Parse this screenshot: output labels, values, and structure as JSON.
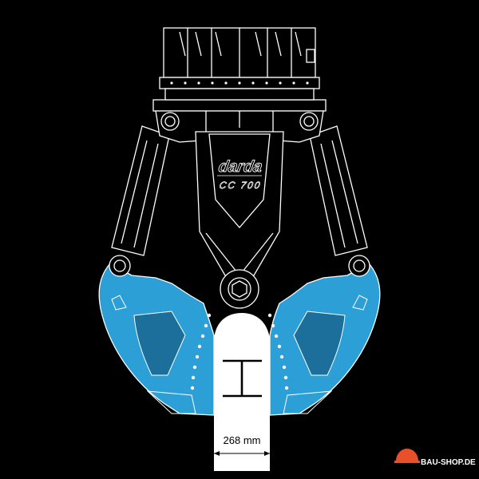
{
  "product": {
    "brand": "darda",
    "model": "CC 700"
  },
  "dimension": {
    "label": "268 mm"
  },
  "watermark": {
    "text": "BAU-SHOP.DE"
  },
  "colors": {
    "background": "#000000",
    "line": "#ffffff",
    "jaw_fill": "#2c9fd6",
    "jaw_dark": "#1b6f9a",
    "logo_accent": "#e8502a"
  }
}
